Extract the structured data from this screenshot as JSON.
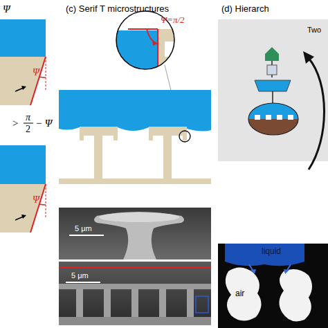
{
  "diagram": {
    "labels": [
      "Ψ",
      "Ψ",
      ">",
      "π",
      "2",
      "− Ψ",
      "Ψ",
      "(c) Serif T microstructures",
      "Ψ=π/2",
      "5 μm",
      "5 μm",
      "(d) Hierarch",
      "Two",
      "liquid",
      "air"
    ]
  }
}
